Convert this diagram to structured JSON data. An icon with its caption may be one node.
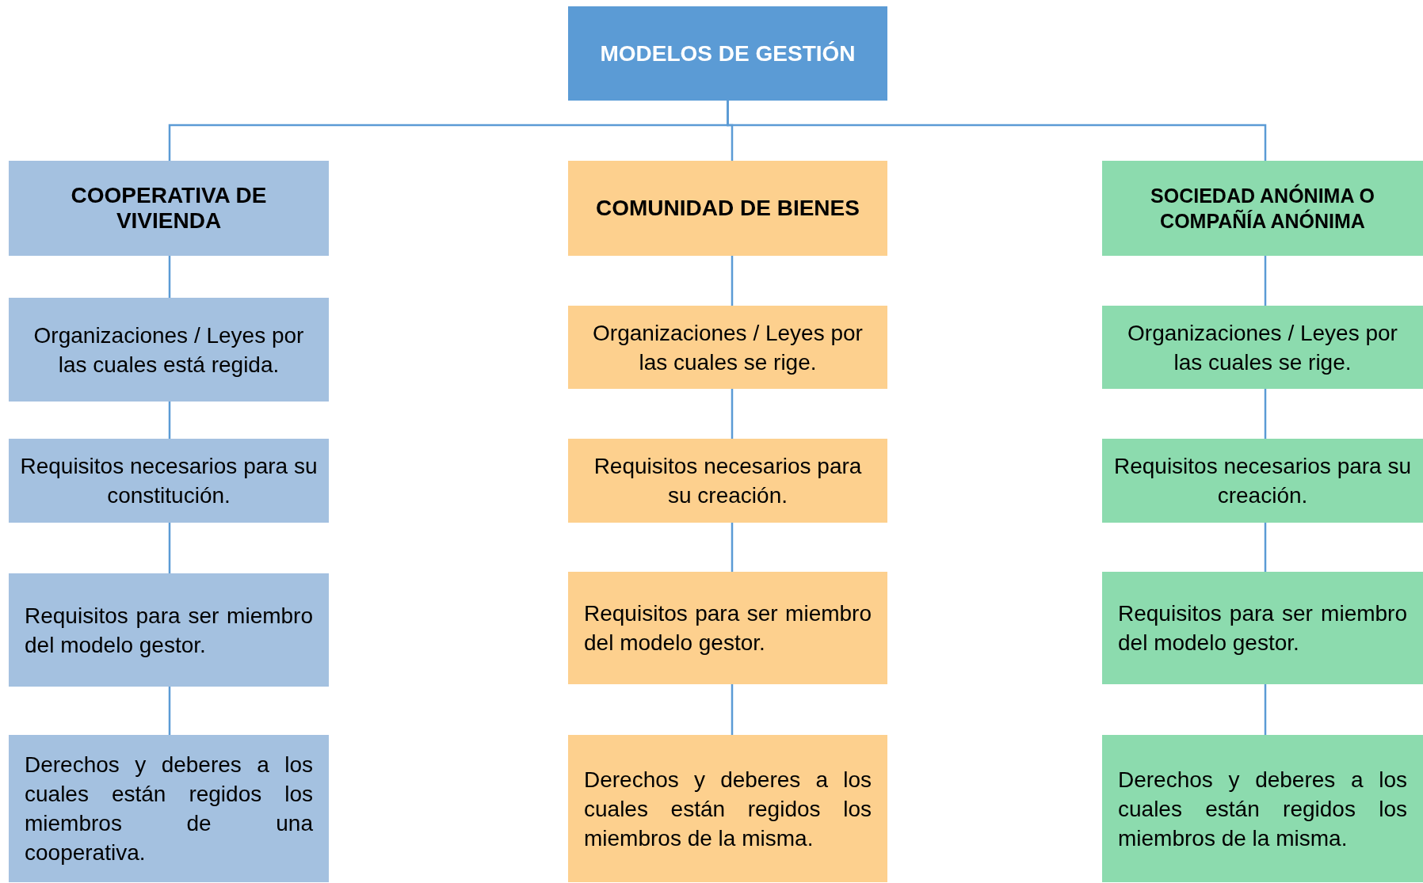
{
  "diagram": {
    "nodes": [
      {
        "text": [
          "MODELOS DE GESTIÓN"
        ]
      },
      {
        "text": [
          "COOPERATIVA DE VIVIENDA"
        ]
      },
      {
        "text": [
          "COMUNIDAD DE BIENES"
        ]
      },
      {
        "text": [
          "SOCIEDAD ANÓNIMA O COMPAÑÍA ANÓNIMA"
        ]
      },
      {
        "text": [
          "Organizaciones / Leyes por las cuales está regida."
        ]
      },
      {
        "text": [
          "Organizaciones / Leyes por las cuales se rige."
        ]
      },
      {
        "text": [
          "Organizaciones / Leyes por las cuales se rige."
        ]
      },
      {
        "text": [
          "Requisitos necesarios para su constitución."
        ]
      },
      {
        "text": [
          "Requisitos necesarios para su creación."
        ]
      },
      {
        "text": [
          "Requisitos necesarios para su creación."
        ]
      },
      {
        "text": [
          "Requisitos para ser miembro del modelo gestor."
        ]
      },
      {
        "text": [
          "Requisitos para ser miembro del modelo gestor."
        ]
      },
      {
        "text": [
          "Requisitos para ser miembro del modelo gestor."
        ]
      },
      {
        "text": [
          "Derechos y deberes a los cuales están regidos los miembros de una cooperativa."
        ]
      },
      {
        "text": [
          "Derechos y deberes a los cuales están regidos los miembros de la misma."
        ]
      },
      {
        "text": [
          "Derechos y deberes a los cuales están regidos los miembros de la misma."
        ]
      }
    ],
    "edges": [
      {
        "from": 0,
        "to": 1,
        "arrow": "none"
      },
      {
        "from": 0,
        "to": 2,
        "arrow": "none"
      },
      {
        "from": 0,
        "to": 3,
        "arrow": "none"
      },
      {
        "from": 1,
        "to": 4,
        "arrow": "none"
      },
      {
        "from": 2,
        "to": 5,
        "arrow": "none"
      },
      {
        "from": 3,
        "to": 6,
        "arrow": "none"
      },
      {
        "from": 4,
        "to": 7,
        "arrow": "none"
      },
      {
        "from": 5,
        "to": 8,
        "arrow": "none"
      },
      {
        "from": 6,
        "to": 9,
        "arrow": "none"
      },
      {
        "from": 7,
        "to": 10,
        "arrow": "none"
      },
      {
        "from": 8,
        "to": 11,
        "arrow": "none"
      },
      {
        "from": 9,
        "to": 12,
        "arrow": "none"
      },
      {
        "from": 10,
        "to": 13,
        "arrow": "none"
      },
      {
        "from": 11,
        "to": 14,
        "arrow": "none"
      },
      {
        "from": 12,
        "to": 15,
        "arrow": "none"
      }
    ]
  }
}
